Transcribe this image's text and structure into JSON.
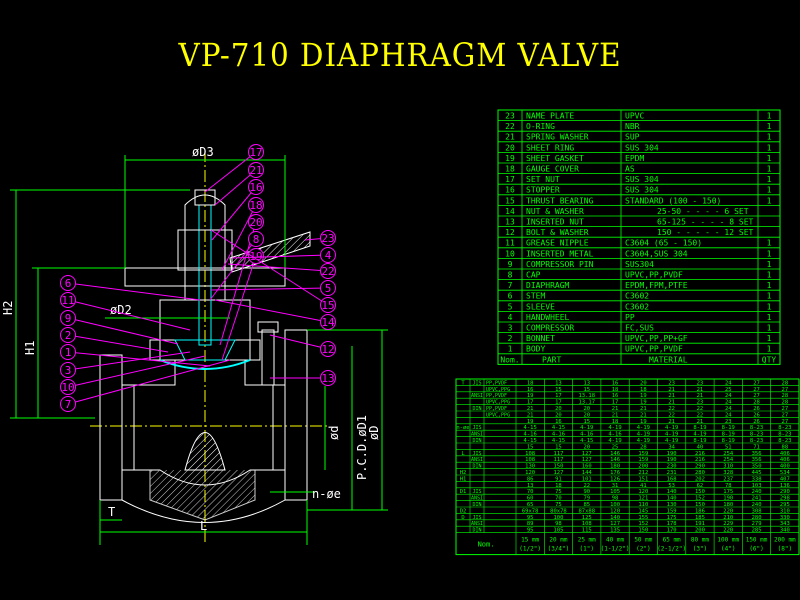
{
  "title": "VP-710 DIAPHRAGM VALVE",
  "colors": {
    "bg": "#000000",
    "title": "#ffff00",
    "line": "#00ff00",
    "white": "#ffffff",
    "callout": "#ff00ff",
    "text": "#00ff00",
    "body": "#ffffff"
  },
  "drawing": {
    "callouts_left": [
      "6",
      "11",
      "9",
      "2",
      "1",
      "3",
      "10",
      "7"
    ],
    "callouts_top": [
      "17",
      "21",
      "16",
      "18",
      "20",
      "8",
      "19"
    ],
    "callouts_right": [
      "23",
      "4",
      "22",
      "5",
      "15",
      "14"
    ],
    "callouts_far_right": [
      "12",
      "13"
    ],
    "dims": {
      "d3": "øD3",
      "d2": "øD2",
      "h1": "H1",
      "h2": "H2",
      "d": "ød",
      "d1": "P.C.D.øD1",
      "dd": "øD",
      "ne": "n-øe",
      "t": "T",
      "l": "L"
    }
  },
  "parts": {
    "header": {
      "no": "Nom.",
      "part": "PART",
      "material": "MATERIAL",
      "qty": "QTY"
    },
    "rows": [
      {
        "no": "23",
        "part": "NAME PLATE",
        "material": "UPVC",
        "qty": "1"
      },
      {
        "no": "22",
        "part": "O-RING",
        "material": "NBR",
        "qty": "1"
      },
      {
        "no": "21",
        "part": "SPRING WASHER",
        "material": "SUP",
        "qty": "1"
      },
      {
        "no": "20",
        "part": "SHEET RING",
        "material": "SUS 304",
        "qty": "1"
      },
      {
        "no": "19",
        "part": "SHEET GASKET",
        "material": "EPDM",
        "qty": "1"
      },
      {
        "no": "18",
        "part": "GAUGE COVER",
        "material": "AS",
        "qty": "1"
      },
      {
        "no": "17",
        "part": "SET NUT",
        "material": "SUS 304",
        "qty": "1"
      },
      {
        "no": "16",
        "part": "STOPPER",
        "material": "SUS 304",
        "qty": "1"
      },
      {
        "no": "15",
        "part": "THRUST BEARING",
        "material": "STANDARD (100 - 150)",
        "qty": "1"
      },
      {
        "no": "14",
        "part": "NUT & WASHER",
        "material": "25-50 - - - - 6 SET",
        "qty": ""
      },
      {
        "no": "13",
        "part": "INSERTED NUT",
        "material": "65-125 - - - - 8 SET",
        "qty": ""
      },
      {
        "no": "12",
        "part": "BOLT & WASHER",
        "material": "150 - - - - - 12 SET",
        "qty": ""
      },
      {
        "no": "11",
        "part": "GREASE NIPPLE",
        "material": "C3604 (65 - 150)",
        "qty": "1"
      },
      {
        "no": "10",
        "part": "INSERTED METAL",
        "material": "C3604,SUS 304",
        "qty": "1"
      },
      {
        "no": "9",
        "part": "COMPRESSOR PIN",
        "material": "SUS304",
        "qty": "1"
      },
      {
        "no": "8",
        "part": "CAP",
        "material": "UPVC,PP,PVDF",
        "qty": "1"
      },
      {
        "no": "7",
        "part": "DIAPHRAGM",
        "material": "EPDM,FPM,PTFE",
        "qty": "1"
      },
      {
        "no": "6",
        "part": "STEM",
        "material": "C3602",
        "qty": "1"
      },
      {
        "no": "5",
        "part": "SLEEVE",
        "material": "C3602",
        "qty": "1"
      },
      {
        "no": "4",
        "part": "HANDWHEEL",
        "material": "PP",
        "qty": "1"
      },
      {
        "no": "3",
        "part": "COMPRESSOR",
        "material": "FC,SUS",
        "qty": "1"
      },
      {
        "no": "2",
        "part": "BONNET",
        "material": "UPVC,PP,PP+GF",
        "qty": "1"
      },
      {
        "no": "1",
        "part": "BODY",
        "material": "UPVC,PP,PVDF",
        "qty": "1"
      }
    ]
  },
  "dims_table": {
    "sizes": [
      {
        "mm": "15 mm",
        "inch": "(1/2\")"
      },
      {
        "mm": "20 mm",
        "inch": "(3/4\")"
      },
      {
        "mm": "25 mm",
        "inch": "(1\")"
      },
      {
        "mm": "40 mm",
        "inch": "(1-1/2\")"
      },
      {
        "mm": "50 mm",
        "inch": "(2\")"
      },
      {
        "mm": "65 mm",
        "inch": "(2-1/2\")"
      },
      {
        "mm": "80 mm",
        "inch": "(3\")"
      },
      {
        "mm": "100 mm",
        "inch": "(4\")"
      },
      {
        "mm": "150 mm",
        "inch": "(6\")"
      },
      {
        "mm": "200 mm",
        "inch": "(8\")"
      }
    ],
    "nom_label": "Nom.",
    "rows": [
      {
        "g1": "T",
        "g2": "JIS",
        "g3": "PP,PVDF",
        "v": [
          "18",
          "13",
          "13",
          "16",
          "20",
          "23",
          "23",
          "24",
          "27",
          "28"
        ]
      },
      {
        "g1": "",
        "g2": "",
        "g3": "UPVC,PPG",
        "v": [
          "16",
          "15",
          "15",
          "18",
          "18",
          "21",
          "21",
          "25",
          "27",
          "27"
        ]
      },
      {
        "g1": "",
        "g2": "ANSI",
        "g3": "PP,PVDF",
        "v": [
          "19",
          "17",
          "13.18",
          "16",
          "19",
          "21",
          "21",
          "24",
          "27",
          "28"
        ]
      },
      {
        "g1": "",
        "g2": "",
        "g3": "UPVC,PPG",
        "v": [
          "17",
          "17",
          "13.17",
          "17",
          "19",
          "21",
          "23",
          "24",
          "28",
          "28"
        ]
      },
      {
        "g1": "",
        "g2": "DIN",
        "g3": "PP,PVDF",
        "v": [
          "21",
          "20",
          "20",
          "21",
          "21",
          "22",
          "22",
          "24",
          "26",
          "27"
        ]
      },
      {
        "g1": "",
        "g2": "",
        "g3": "UPVC,PPG",
        "v": [
          "21",
          "20",
          "20",
          "21",
          "21",
          "22",
          "22",
          "24",
          "26",
          "27"
        ]
      },
      {
        "g1": "",
        "g2": "",
        "g3": "",
        "v": [
          "19",
          "16",
          "15",
          "18",
          "19",
          "21",
          "21",
          "23",
          "26",
          "27"
        ]
      },
      {
        "g1": "n-øe",
        "g2": "JIS",
        "g3": "",
        "v": [
          "4-15",
          "4-15",
          "4-19",
          "4-19",
          "4-19",
          "4-19",
          "8-19",
          "8-19",
          "8-23",
          "8-23"
        ]
      },
      {
        "g1": "",
        "g2": "ANSI",
        "g3": "",
        "v": [
          "4-16",
          "4-16",
          "4-16",
          "4-16",
          "4-19",
          "4-19",
          "4-19",
          "8-19",
          "8-23",
          "8-23"
        ]
      },
      {
        "g1": "",
        "g2": "DIN",
        "g3": "",
        "v": [
          "4-15",
          "4-15",
          "4-15",
          "4-19",
          "4-19",
          "4-19",
          "8-19",
          "8-19",
          "8-23",
          "8-23"
        ]
      },
      {
        "g1": "",
        "g2": "",
        "g3": "",
        "v": [
          "15",
          "15",
          "20",
          "25",
          "28",
          "34",
          "40",
          "51",
          "71",
          "88"
        ]
      },
      {
        "g1": "L",
        "g2": "JIS",
        "g3": "",
        "v": [
          "108",
          "117",
          "127",
          "146",
          "159",
          "190",
          "216",
          "254",
          "356",
          "406"
        ]
      },
      {
        "g1": "",
        "g2": "ANSI",
        "g3": "",
        "v": [
          "108",
          "117",
          "127",
          "146",
          "159",
          "190",
          "216",
          "254",
          "356",
          "406"
        ]
      },
      {
        "g1": "",
        "g2": "DIN",
        "g3": "",
        "v": [
          "130",
          "150",
          "160",
          "180",
          "200",
          "230",
          "290",
          "310",
          "350",
          "400"
        ]
      },
      {
        "g1": "H2",
        "g2": "",
        "g3": "",
        "v": [
          "120",
          "127",
          "144",
          "176",
          "212",
          "231",
          "280",
          "328",
          "445",
          "534"
        ]
      },
      {
        "g1": "H1",
        "g2": "",
        "g3": "",
        "v": [
          "86",
          "91",
          "101",
          "126",
          "151",
          "168",
          "202",
          "237",
          "338",
          "407"
        ]
      },
      {
        "g1": "",
        "g2": "",
        "g3": "",
        "v": [
          "13",
          "18",
          "22",
          "31",
          "41",
          "53",
          "62",
          "78",
          "103",
          "136"
        ]
      },
      {
        "g1": "D1",
        "g2": "JIS",
        "g3": "",
        "v": [
          "70",
          "75",
          "90",
          "105",
          "120",
          "140",
          "150",
          "175",
          "240",
          "290"
        ]
      },
      {
        "g1": "",
        "g2": "ANSI",
        "g3": "",
        "v": [
          "60",
          "70",
          "79",
          "98",
          "121",
          "140",
          "152",
          "190",
          "241",
          "298"
        ]
      },
      {
        "g1": "",
        "g2": "DIN",
        "g3": "",
        "v": [
          "65",
          "75",
          "85",
          "100",
          "110",
          "130",
          "150",
          "180",
          "240",
          "295"
        ]
      },
      {
        "g1": "D2",
        "g2": "",
        "g3": "",
        "v": [
          "69x78",
          "80x78",
          "87x88",
          "120",
          "145",
          "159",
          "186",
          "220",
          "308",
          "310"
        ]
      },
      {
        "g1": "D",
        "g2": "JIS",
        "g3": "",
        "v": [
          "95",
          "100",
          "125",
          "140",
          "155",
          "175",
          "185",
          "210",
          "280",
          "330"
        ]
      },
      {
        "g1": "",
        "g2": "ANSI",
        "g3": "",
        "v": [
          "89",
          "98",
          "108",
          "127",
          "152",
          "178",
          "191",
          "229",
          "279",
          "343"
        ]
      },
      {
        "g1": "",
        "g2": "DIN",
        "g3": "",
        "v": [
          "95",
          "105",
          "115",
          "135",
          "150",
          "170",
          "200",
          "220",
          "285",
          "340"
        ]
      }
    ]
  }
}
